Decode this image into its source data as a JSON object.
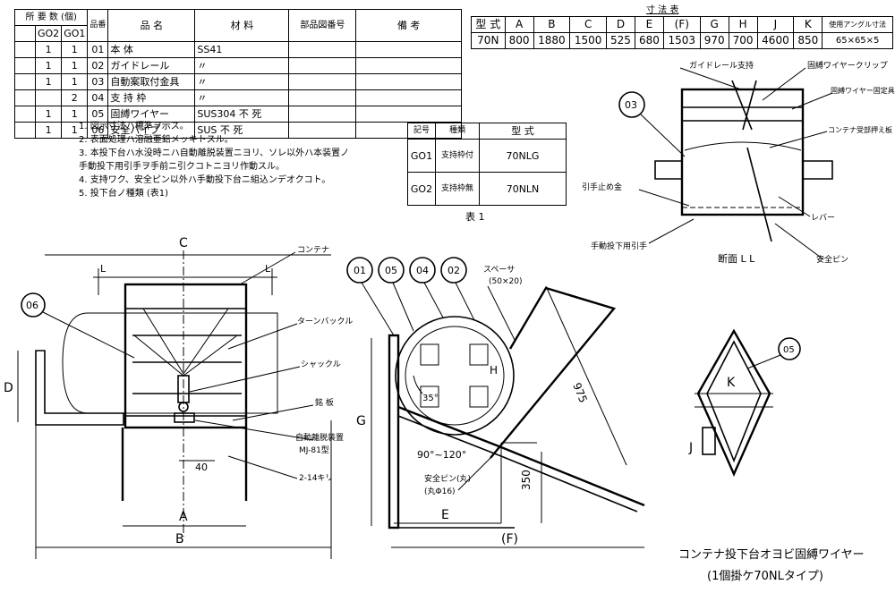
{
  "parts_table": {
    "header": {
      "qty_group": "所 要 数 (個)",
      "go2": "GO2",
      "go1": "GO1",
      "item_no": "品番",
      "name": "品 名",
      "material": "材 料",
      "part_no": "部品図番号",
      "remarks": "備 考"
    },
    "rows": [
      {
        "go2": "1",
        "go1": "1",
        "no": "01",
        "name": "本 体",
        "material": "SS41"
      },
      {
        "go2": "1",
        "go1": "1",
        "no": "02",
        "name": "ガイドレール",
        "material": "〃"
      },
      {
        "go2": "1",
        "go1": "1",
        "no": "03",
        "name": "自動案取付金具",
        "material": "〃"
      },
      {
        "go2": "",
        "go1": "2",
        "no": "04",
        "name": "支 持 枠",
        "material": "〃"
      },
      {
        "go2": "1",
        "go1": "1",
        "no": "05",
        "name": "固縛ワイヤー",
        "material": "SUS304 不 死"
      },
      {
        "go2": "1",
        "go1": "1",
        "no": "06",
        "name": "安全パイプ",
        "material": "SUS 不 死"
      }
    ]
  },
  "notes": [
    "1. 図示寸法ハ標準ヲ示ス。",
    "2. 表面処理ハ溶融亜鉛メッキトスル。",
    "3. 本投下台ハ水没時ニハ自動離脱装置ニヨリ、ソレ以外ハ本装置ノ",
    "   手動投下用引手ヲ手前ニ引クコトニヨリ作動スル。",
    "4. 支持ワク、安全ピン以外ハ手動投下台ニ組込ンデオクコト。",
    "5. 投下台ノ種類 (表1)"
  ],
  "table1": {
    "header": [
      "記号",
      "種類",
      "型 式"
    ],
    "rows": [
      [
        "GO1",
        "支持枠付",
        "70NLG"
      ],
      [
        "GO2",
        "支持枠無",
        "70NLN"
      ]
    ],
    "caption": "表 1"
  },
  "dims_table": {
    "title": "寸 法 表",
    "header": [
      "型 式",
      "A",
      "B",
      "C",
      "D",
      "E",
      "(F)",
      "G",
      "H",
      "J",
      "K",
      "使用アングル寸法"
    ],
    "row": [
      "70N",
      "800",
      "1880",
      "1500",
      "525",
      "680",
      "1503",
      "970",
      "700",
      "4600",
      "850",
      "65×65×5"
    ]
  },
  "front_view": {
    "label_c": "C",
    "label_d": "D",
    "label_a": "A",
    "label_b": "B",
    "label_l_left": "L",
    "label_l_right": "L",
    "balloon": "06",
    "callouts": {
      "container": "コンテナ",
      "turnbuckle": "ターンバックル",
      "shackle": "シャックル",
      "plate": "銘 板",
      "auto_release": "自動離脱装置",
      "auto_release_model": "MJ-81型",
      "bolt": "2-14キリ",
      "dim_40": "40"
    }
  },
  "side_view": {
    "balloons": [
      "01",
      "05",
      "04",
      "02"
    ],
    "spacer": "スペーサ",
    "spacer_size": "(50×20)",
    "angle_35": "35°",
    "angle_range": "90°~120°",
    "dim_975": "975",
    "dim_350": "350",
    "label_h": "H",
    "label_g": "G",
    "label_e": "E",
    "label_f": "(F)",
    "safety_pin": "安全ピン(丸)",
    "safety_pin_size": "(丸Φ16)"
  },
  "section_view": {
    "balloon": "03",
    "guide_rail": "ガイドレール支持",
    "wire_clip": "固縛ワイヤークリップ",
    "wire_fixture": "固縛ワイヤー固定具",
    "container_support": "コンテナ受部押え板",
    "stopper": "引手止め金",
    "lever": "レバー",
    "manual_handle": "手動投下用引手",
    "safety_pin": "安全ピン",
    "section_title": "断面 L L"
  },
  "wire_view": {
    "balloon": "05",
    "label_k": "K",
    "label_j": "J"
  },
  "title_block": {
    "line1": "コンテナ投下台オヨビ固縛ワイヤー",
    "line2": "(1個掛ケ70NLタイプ)"
  }
}
